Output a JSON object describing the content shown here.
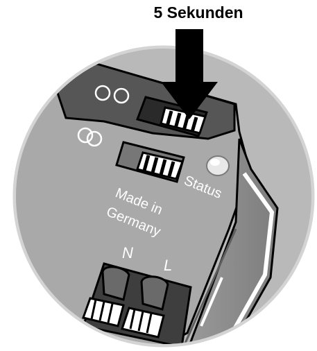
{
  "instruction": {
    "text": "5 Sekunden"
  },
  "device": {
    "status_label": "Status",
    "made_in_line1": "Made in",
    "made_in_line2": "Germany",
    "terminal_n": "N",
    "terminal_l": "L"
  },
  "colors": {
    "circle_outline": "#cfcfcf",
    "device_face": "#a8a8a8",
    "device_dark_top": "#555555",
    "device_side": "#8c8c8c",
    "label_text": "#ffffff",
    "arrow": "#000000",
    "status_led": "#e6e6e6"
  },
  "icons": [
    "double-circle-icon",
    "linked-rings-icon",
    "down-arrow-icon"
  ]
}
